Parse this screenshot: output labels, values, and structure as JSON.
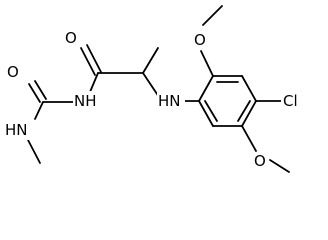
{
  "atoms": {
    "o_amide": "O",
    "o_urea": "O",
    "nh_amide": "NH",
    "nh_methyl": "HN",
    "nh_aryl": "HN",
    "o_methoxy_top": "O",
    "o_methoxy_bottom": "O",
    "cl": "Cl"
  },
  "colors": {
    "bond": "#000000",
    "text": "#000000",
    "background": "#ffffff"
  }
}
